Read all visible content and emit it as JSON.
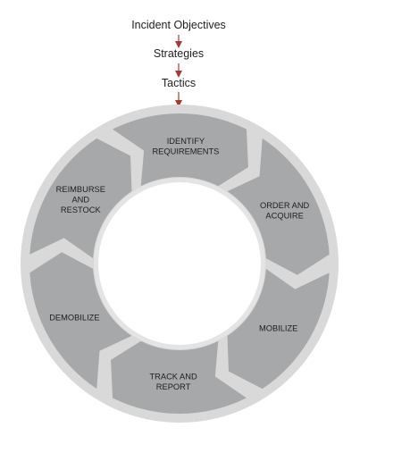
{
  "header": {
    "objectives": "Incident Objectives",
    "strategies": "Strategies",
    "tactics": "Tactics"
  },
  "cycle": [
    {
      "id": "identify",
      "lines": [
        "IDENTIFY",
        "REQUIREMENTS"
      ]
    },
    {
      "id": "order",
      "lines": [
        "ORDER AND",
        "ACQUIRE"
      ]
    },
    {
      "id": "mobilize",
      "lines": [
        "MOBILIZE"
      ]
    },
    {
      "id": "track",
      "lines": [
        "TRACK AND",
        "REPORT"
      ]
    },
    {
      "id": "demobilize",
      "lines": [
        "DEMOBILIZE"
      ]
    },
    {
      "id": "reimburse",
      "lines": [
        "REIMBURSE",
        "AND",
        "RESTOCK"
      ]
    }
  ],
  "colors": {
    "arrow": "#a33a36",
    "outer_ring": "#d9d9d9",
    "segment": "#a7a8aa",
    "inner_ring": "#e4e4e4",
    "text": "#1e1e1e"
  }
}
